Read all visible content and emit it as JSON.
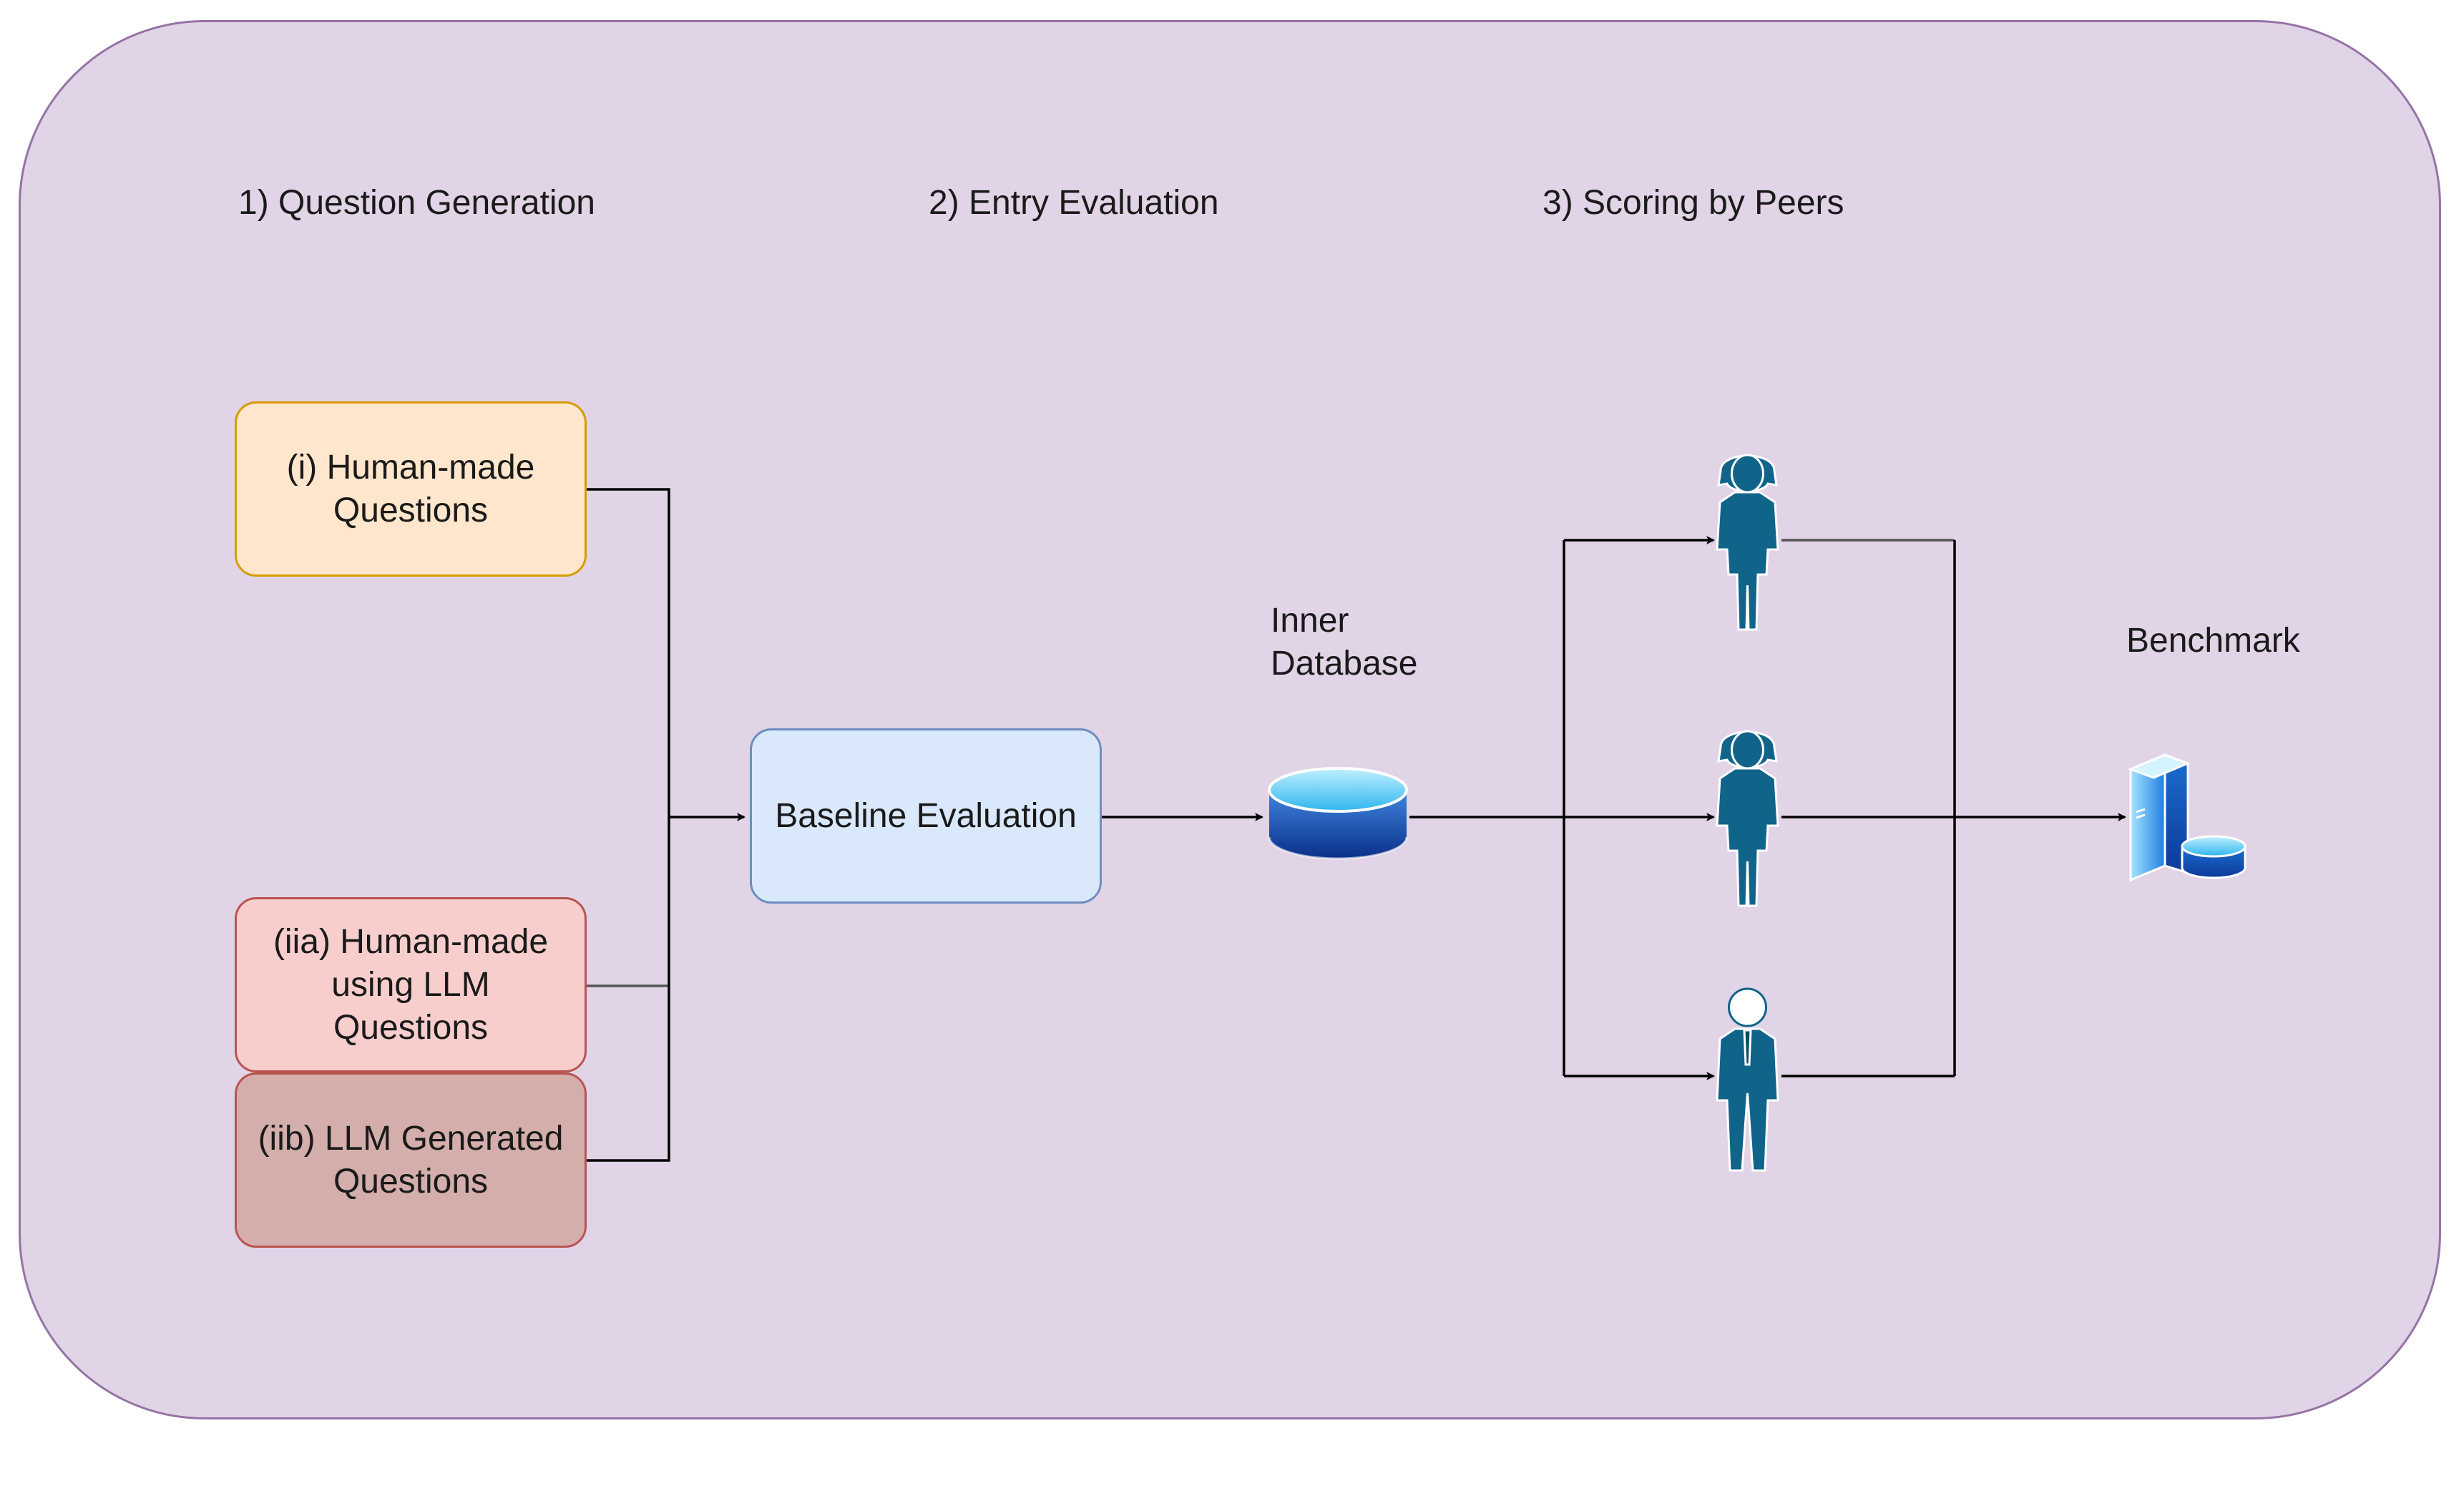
{
  "stages": {
    "question_generation": "1) Question Generation",
    "entry_evaluation": "2) Entry Evaluation",
    "scoring_by_peers": "3) Scoring by Peers"
  },
  "boxes": {
    "human_made": {
      "line1": "(i) Human-made",
      "line2": "Questions",
      "fill": "#ffe6cc",
      "stroke": "#d79b00"
    },
    "human_llm": {
      "line1": "(iia) Human-made",
      "line2": "using LLM",
      "line3": "Questions",
      "fill": "#f8cecc",
      "stroke": "#b85450"
    },
    "llm_generated": {
      "line1": "(iib) LLM Generated",
      "line2": "Questions",
      "fill": "#d3aeab",
      "stroke": "#b85450"
    },
    "baseline": {
      "label": "Baseline Evaluation",
      "fill": "#dae8fc",
      "stroke": "#6c8ebf"
    }
  },
  "labels": {
    "inner_database_1": "Inner",
    "inner_database_2": "Database",
    "benchmark": "Benchmark"
  },
  "icons": {
    "database": "database-icon",
    "peer_1": "woman-user-icon",
    "peer_2": "woman-user-icon",
    "peer_3": "man-user-icon",
    "benchmark": "server-database-icon"
  },
  "colors": {
    "container_fill": "#e1d4e7",
    "container_stroke": "#9673a6",
    "person": "#10648a",
    "database_blue": "#1e88e5"
  }
}
